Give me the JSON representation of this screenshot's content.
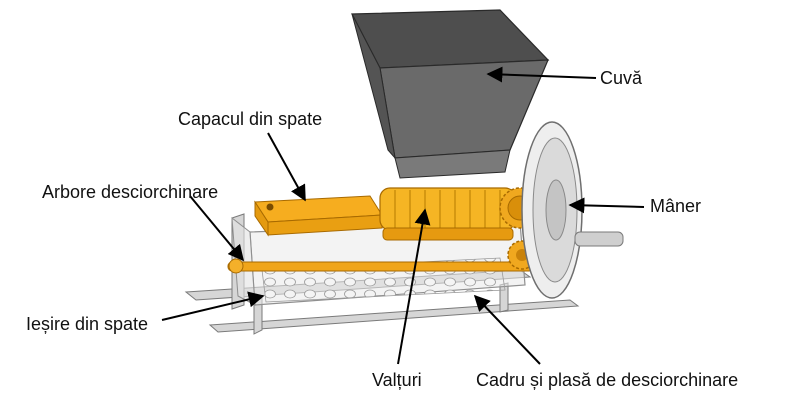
{
  "labels": {
    "cuva": "Cuvă",
    "capac": "Capacul din spate",
    "arbore": "Arbore desciorchinare",
    "maner": "Mâner",
    "iesire": "Ieșire din spate",
    "valturi": "Valțuri",
    "cadru": "Cadru și plasă de desciorchinare"
  },
  "colors": {
    "hopper": "#5f5f5f",
    "yellow_part": "#f2a516",
    "frame": "#c8c8c8",
    "arrow": "#000000"
  }
}
